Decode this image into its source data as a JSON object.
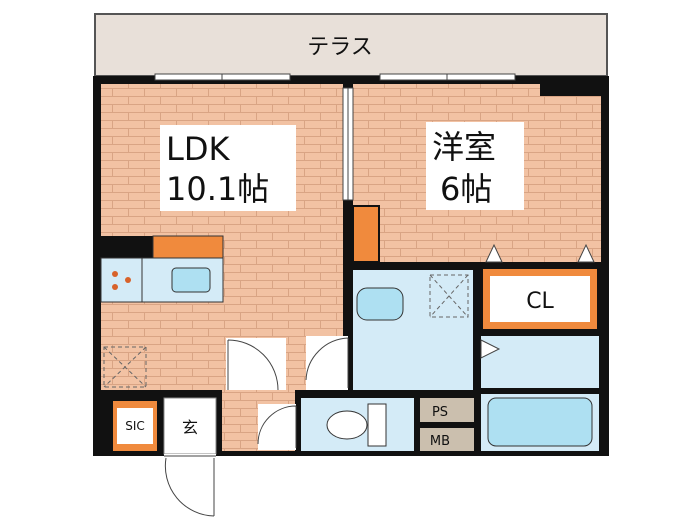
{
  "rooms": {
    "terrace": "テラス",
    "ldk_name": "LDK",
    "ldk_size": "10.1帖",
    "western_name": "洋室",
    "western_size": "6帖",
    "closet": "CL",
    "sic": "SIC",
    "entrance": "玄",
    "ps": "PS",
    "mb": "MB"
  },
  "colors": {
    "wall": "#111111",
    "floor_wood": "#f2c2a3",
    "terrace": "#e8e0d9",
    "wet_area": "#d4ebf7",
    "storage": "#f08a3d",
    "utility": "#cbbfae"
  }
}
